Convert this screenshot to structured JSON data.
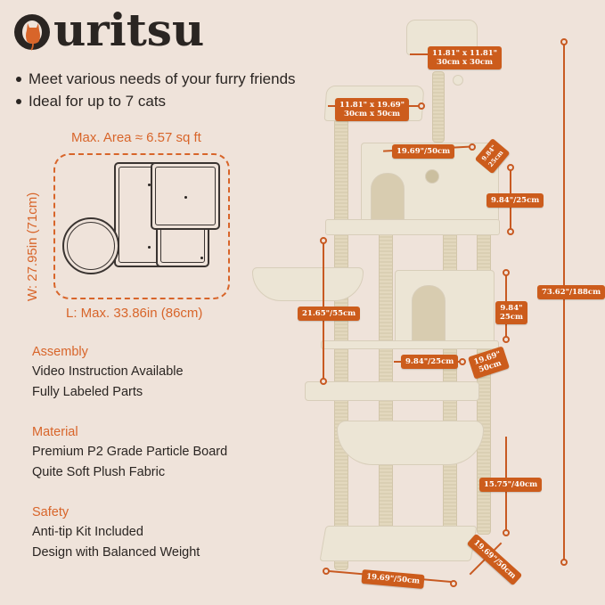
{
  "brand": {
    "name_first": "O",
    "name_rest": "uritsu",
    "logo_icon": "cat-icon",
    "accent_color": "#d8652a"
  },
  "bullets": [
    "Meet various needs of your furry friends",
    "Ideal for up to 7 cats"
  ],
  "area": {
    "title": "Max. Area ≈ 6.57 sq ft",
    "width_label": "W: 27.95in (71cm)",
    "length_label": "L: Max. 33.86in (86cm)"
  },
  "sections": [
    {
      "heading": "Assembly",
      "lines": [
        "Video Instruction Available",
        "Fully Labeled Parts"
      ]
    },
    {
      "heading": "Material",
      "lines": [
        "Premium P2 Grade Particle Board",
        "Quite Soft Plush Fabric"
      ]
    },
    {
      "heading": "Safety",
      "lines": [
        "Anti-tip Kit Included",
        "Design with Balanced Weight"
      ]
    }
  ],
  "dimensions": {
    "top_perch_line1": "11.81\" x 11.81\"",
    "top_perch_line2": "30cm x 30cm",
    "left_perch_line1": "11.81\" x 19.69\"",
    "left_perch_line2": "30cm x 50cm",
    "condo_width": "19.69\"/50cm",
    "condo_depth_line1": "9.84\"",
    "condo_depth_line2": "25cm",
    "condo_height": "9.84\"/25cm",
    "basket_height": "21.65\"/55cm",
    "total_height": "73.62\"/188cm",
    "lower_condo_height_line1": "9.84\"",
    "lower_condo_height_line2": "25cm",
    "lower_condo_width": "9.84\"/25cm",
    "lower_condo_depth_line1": "19.69\"",
    "lower_condo_depth_line2": "50cm",
    "hammock_height": "15.75\"/40cm",
    "base_width": "19.69\"/50cm",
    "base_depth": "19.69\"/50cm"
  }
}
